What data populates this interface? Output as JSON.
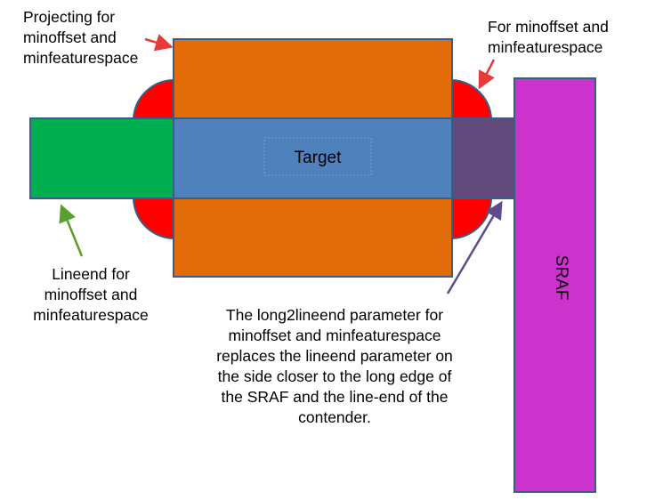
{
  "labels": {
    "projecting": "Projecting for\nminoffset and\nminfeaturespace",
    "for_corner": "For minoffset and\nminfeaturespace",
    "lineend": "Lineend for\nminoffset and\nminfeaturespace",
    "long2lineend": "The long2lineend parameter for\nminoffset and minfeaturespace\nreplaces the lineend parameter on\nthe side closer to the long edge of\nthe SRAF and the line-end of the\ncontender.",
    "target": "Target",
    "sraf": "SRAF"
  },
  "colors": {
    "orange": "#e36c0a",
    "blue": "#4f81bd",
    "green": "#00b050",
    "purple": "#604a7b",
    "magenta": "#cc33cc",
    "red": "#ff0000",
    "outline": "#385d8a",
    "arrow_red": "#e83a3a",
    "arrow_green": "#5aa02c",
    "arrow_purple": "#5f4b8b"
  }
}
